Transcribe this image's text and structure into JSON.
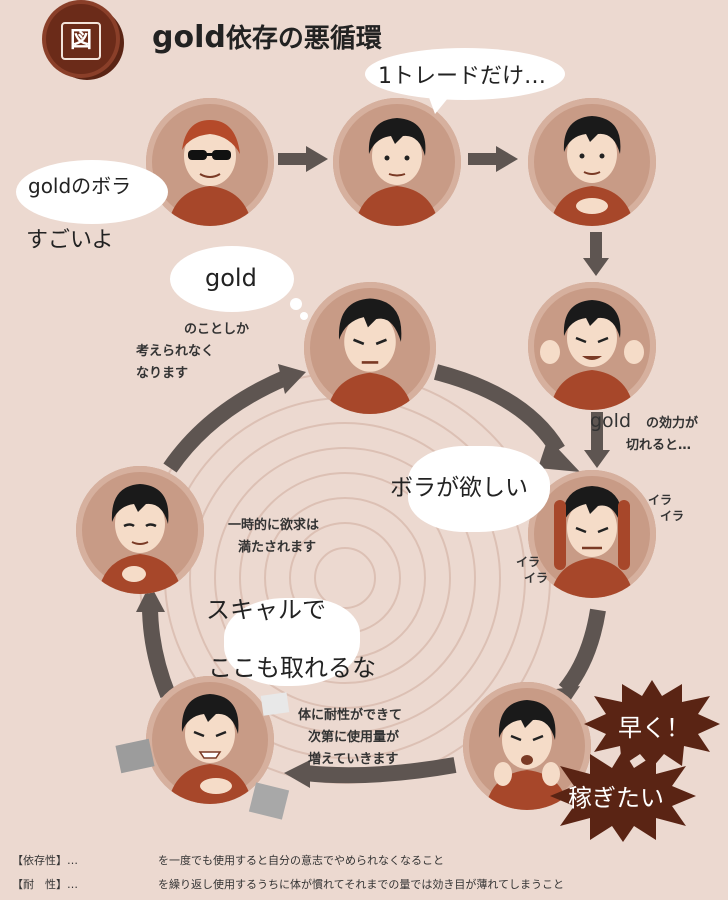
{
  "title": {
    "badge": "図",
    "word": "gold",
    "rest": "依存の悪循環"
  },
  "bubbles": {
    "one_trade": "1トレードだけ…",
    "gold_vol_line1": "goldのボラ",
    "gold_vol_line2": "すごいよ",
    "gold": "gold",
    "want_vol": "ボラが欲しい",
    "scalp_line1": "スキャルで",
    "scalp_line2": "ここも取れるな"
  },
  "notes": {
    "only_think": [
      "のことしか",
      "考えられなく",
      "なります"
    ],
    "effect_wear": [
      "の効力が",
      "切れると…"
    ],
    "effect_word": "gold",
    "satisfied": [
      "一時的に欲求は",
      "満たされます"
    ],
    "tolerance": [
      "体に耐性ができて",
      "次第に使用量が",
      "増えていきます"
    ],
    "ira": "イラ"
  },
  "bursts": {
    "hayaku": "早く！",
    "kasegi": "稼ぎたい"
  },
  "footer": {
    "dependence_term": "【依存性】…",
    "dependence_def": "を一度でも使用すると自分の意志でやめられなくなること",
    "tolerance_term": "【耐　性】…",
    "tolerance_def": "を繰り返し使用するうちに体が慣れてそれまでの量では効き目が薄れてしまうこと"
  },
  "colors": {
    "background": "#ecd9d0",
    "circle": "#c89b86",
    "arrow": "#5e5551",
    "shirt": "#a7472a",
    "burst": "#5a2414"
  }
}
